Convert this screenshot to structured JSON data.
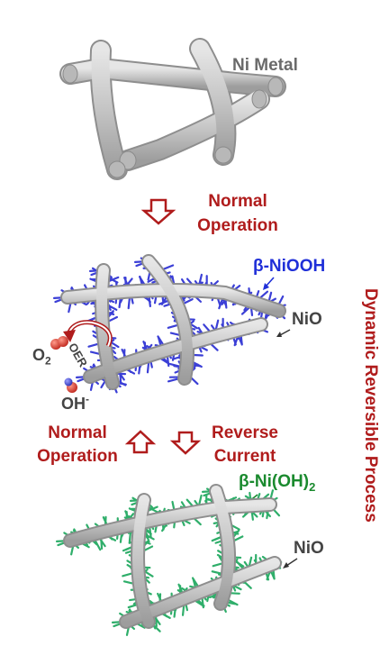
{
  "labels": {
    "ni_metal": "Ni Metal",
    "normal_operation_top_1": "Normal",
    "normal_operation_top_2": "Operation",
    "beta_niooh": "β-NiOOH",
    "nio_top": "NiO",
    "o2": "O",
    "o2_sub": "2",
    "oer": "OER",
    "oh": "OH",
    "oh_sup": "-",
    "normal_operation_left_1": "Normal",
    "normal_operation_left_2": "Operation",
    "reverse_current_1": "Reverse",
    "reverse_current_2": "Current",
    "beta_nioh2_main": "β-Ni(OH)",
    "beta_nioh2_sub": "2",
    "nio_bottom": "NiO",
    "side_title": "Dynamic Reversible Process"
  },
  "colors": {
    "red": "#b01c1c",
    "blue": "#1f2fd8",
    "green": "#1a8a2e",
    "gray_text": "#666666",
    "rod": "#c9c9c9",
    "spike_blue": "#3b3fd6",
    "spike_green": "#2fae6a"
  }
}
